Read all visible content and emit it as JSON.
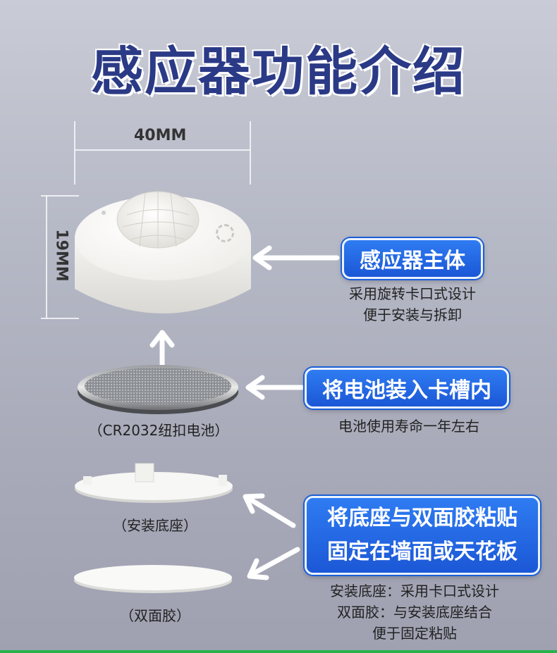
{
  "title": "感应器功能介绍",
  "dimensions": {
    "width": "40MM",
    "height": "19MM"
  },
  "sensor": {
    "label": "感应器主体",
    "desc": [
      "采用旋转卡口式设计",
      "便于安装与拆卸"
    ]
  },
  "battery": {
    "label": "将电池装入卡槽内",
    "caption": "（CR2032纽扣电池）",
    "desc": "电池使用寿命一年左右"
  },
  "base": {
    "caption": "（安装底座）",
    "label_lines": [
      "将底座与双面胶粘贴",
      "固定在墙面或天花板"
    ]
  },
  "tape": {
    "caption": "（双面胶）",
    "desc": [
      "安装底座：采用卡口式设计",
      "双面胶：与安装底座结合",
      "便于固定粘贴"
    ]
  },
  "icons": [
    "arrow-left-icon",
    "arrow-up-icon",
    "gear-icon"
  ],
  "colors": {
    "title": "#2b3a86",
    "pill": "#1b57d6",
    "accent_bar": "#27b34a"
  }
}
